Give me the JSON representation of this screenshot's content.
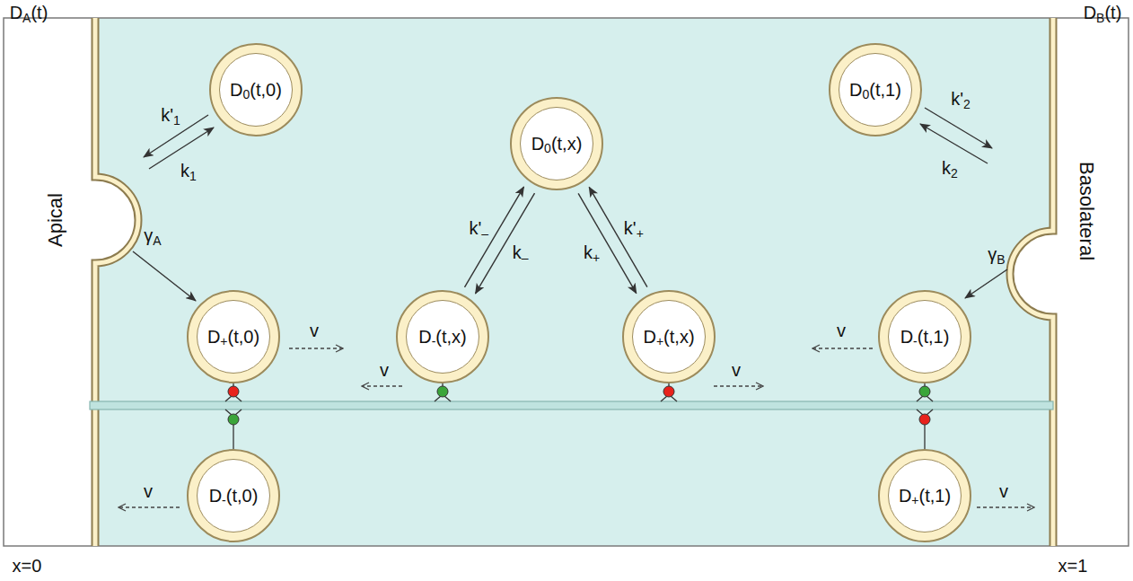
{
  "diagram": {
    "nodes": [
      {
        "text": [
          "D0(t,0)"
        ]
      },
      {
        "text": [
          "D+(t,0)"
        ]
      },
      {
        "text": [
          "D-(t,0)"
        ]
      },
      {
        "text": [
          "D0(t,x)"
        ]
      },
      {
        "text": [
          "D-(t,x)"
        ]
      },
      {
        "text": [
          "D+(t,x)"
        ]
      },
      {
        "text": [
          "D0(t,1)"
        ]
      },
      {
        "text": [
          "D-(t,1)"
        ]
      },
      {
        "text": [
          "D+(t,1)"
        ]
      }
    ],
    "edges": [
      {
        "from": 4,
        "to": 3,
        "arrow": "to",
        "label": "k'–"
      },
      {
        "from": 3,
        "to": 4,
        "arrow": "to",
        "label": "k–"
      },
      {
        "from": 3,
        "to": 5,
        "arrow": "to",
        "label": "k+"
      },
      {
        "from": 5,
        "to": 3,
        "arrow": "to",
        "label": "k'+"
      }
    ],
    "labels": [
      "DA(t)",
      "DB(t)",
      "Apical",
      "Basolateral",
      "k'1",
      "k1",
      "γA",
      "k'2",
      "k2",
      "γB",
      "v",
      "v",
      "v",
      "v",
      "v",
      "v",
      "x=0",
      "x=1"
    ]
  }
}
